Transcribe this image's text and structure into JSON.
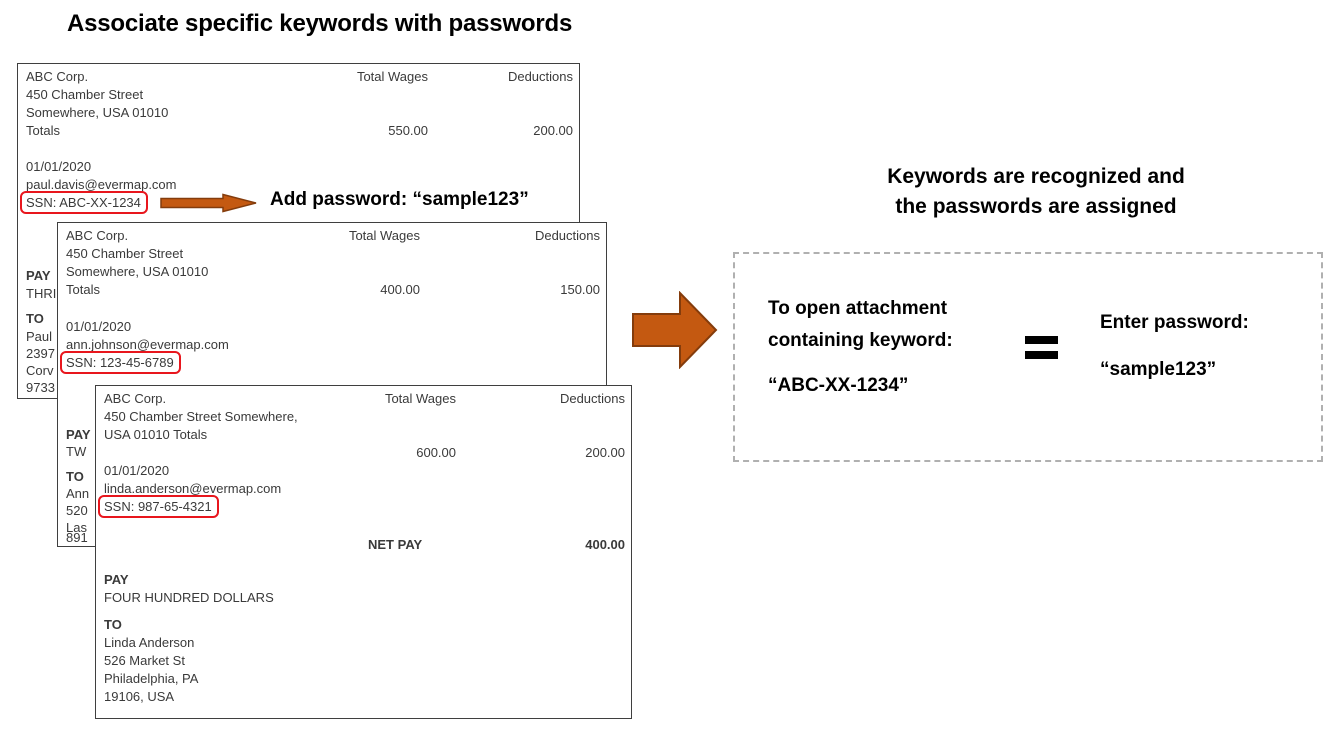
{
  "title": "Associate specific keywords with passwords",
  "colors": {
    "arrow_fill": "#c45911",
    "arrow_outline": "#843c0c",
    "keyword_highlight_red": "#e8161d",
    "result_box_dash_gray": "#b0b0b0",
    "document_border": "#3f3f3f",
    "document_text": "#3a3a3a"
  },
  "annotations": {
    "add_password": "Add password: “sample123”",
    "recognized_line1": "Keywords are recognized and",
    "recognized_line2": "the passwords are assigned"
  },
  "documents": [
    {
      "company": "ABC Corp.",
      "address1": "450 Chamber Street",
      "address2": "Somewhere, USA 01010",
      "totals_label": "Totals",
      "wages_header": "Total Wages",
      "deductions_header": "Deductions",
      "total_wages": "550.00",
      "deductions": "200.00",
      "date": "01/01/2020",
      "email": "paul.davis@evermap.com",
      "ssn": "SSN: ABC-XX-1234",
      "strip": [
        "PAY",
        "THRI",
        "TO",
        "Paul",
        "2397",
        "Corv",
        "9733"
      ]
    },
    {
      "company": "ABC Corp.",
      "address1": "450 Chamber Street",
      "address2": "Somewhere, USA 01010",
      "totals_label": "Totals",
      "wages_header": "Total Wages",
      "deductions_header": "Deductions",
      "total_wages": "400.00",
      "deductions": "150.00",
      "date": "01/01/2020",
      "email": "ann.johnson@evermap.com",
      "ssn": "SSN: 123-45-6789",
      "strip": [
        "PAY",
        "TW",
        "TO",
        "Ann",
        "520",
        "Las",
        "891"
      ]
    },
    {
      "company": "ABC Corp.",
      "address1": "450 Chamber Street Somewhere,",
      "address2": "USA 01010 Totals",
      "wages_header": "Total Wages",
      "deductions_header": "Deductions",
      "total_wages": "600.00",
      "deductions": "200.00",
      "date": "01/01/2020",
      "email": "linda.anderson@evermap.com",
      "ssn": "SSN: 987-65-4321",
      "net_pay_label": "NET PAY",
      "net_pay_value": "400.00",
      "pay_label": "PAY",
      "pay_text": "FOUR HUNDRED DOLLARS",
      "to_label": "TO",
      "payee": [
        "Linda Anderson",
        "526 Market St",
        "Philadelphia, PA",
        "19106, USA"
      ]
    }
  ],
  "result_box": {
    "left_line1": "To open attachment",
    "left_line2": "containing keyword:",
    "keyword": "“ABC-XX-1234”",
    "equals_symbol": "=",
    "right_line1": "Enter password:",
    "password": "“sample123”"
  }
}
